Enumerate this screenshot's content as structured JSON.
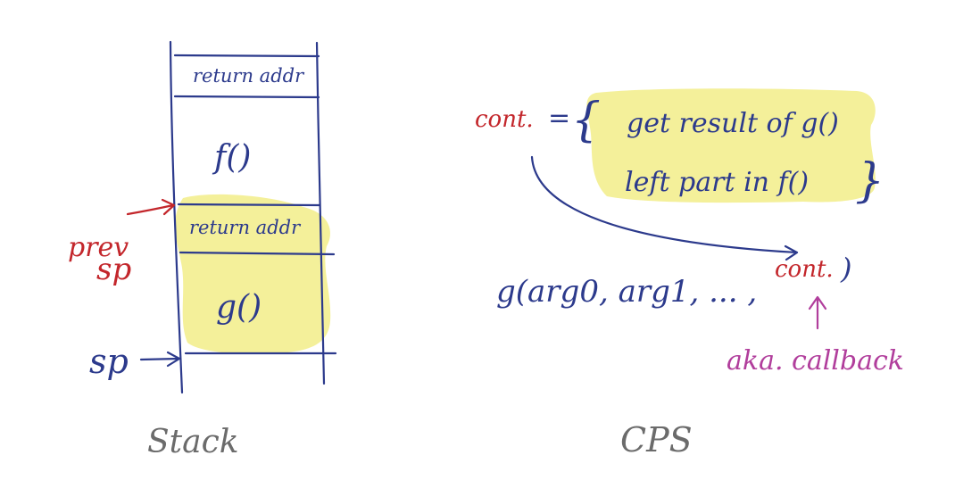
{
  "stack": {
    "frames": {
      "return_addr_top": "return addr",
      "f_frame": "f()",
      "return_addr_mid": "return addr",
      "g_frame": "g()"
    },
    "prev_sp_label_line1": "prev",
    "prev_sp_label_line2": "sp",
    "sp_label": "sp",
    "caption": "Stack"
  },
  "cps": {
    "cont_label": "cont.",
    "equals": "=",
    "brace_open": "{",
    "brace_close": "}",
    "line1": "get result of g()",
    "line2": "left part in f()",
    "call_prefix": "g(arg0, arg1, ... ,",
    "call_cont": "cont.",
    "call_close": ")",
    "aka": "aka. callback",
    "caption": "CPS"
  },
  "colors": {
    "ink_blue": "#2c3a8c",
    "ink_red": "#c3262b",
    "ink_pink": "#b13e9c",
    "highlight_yellow": "#f3ee8f",
    "caption_grey": "#6b6b6b"
  }
}
